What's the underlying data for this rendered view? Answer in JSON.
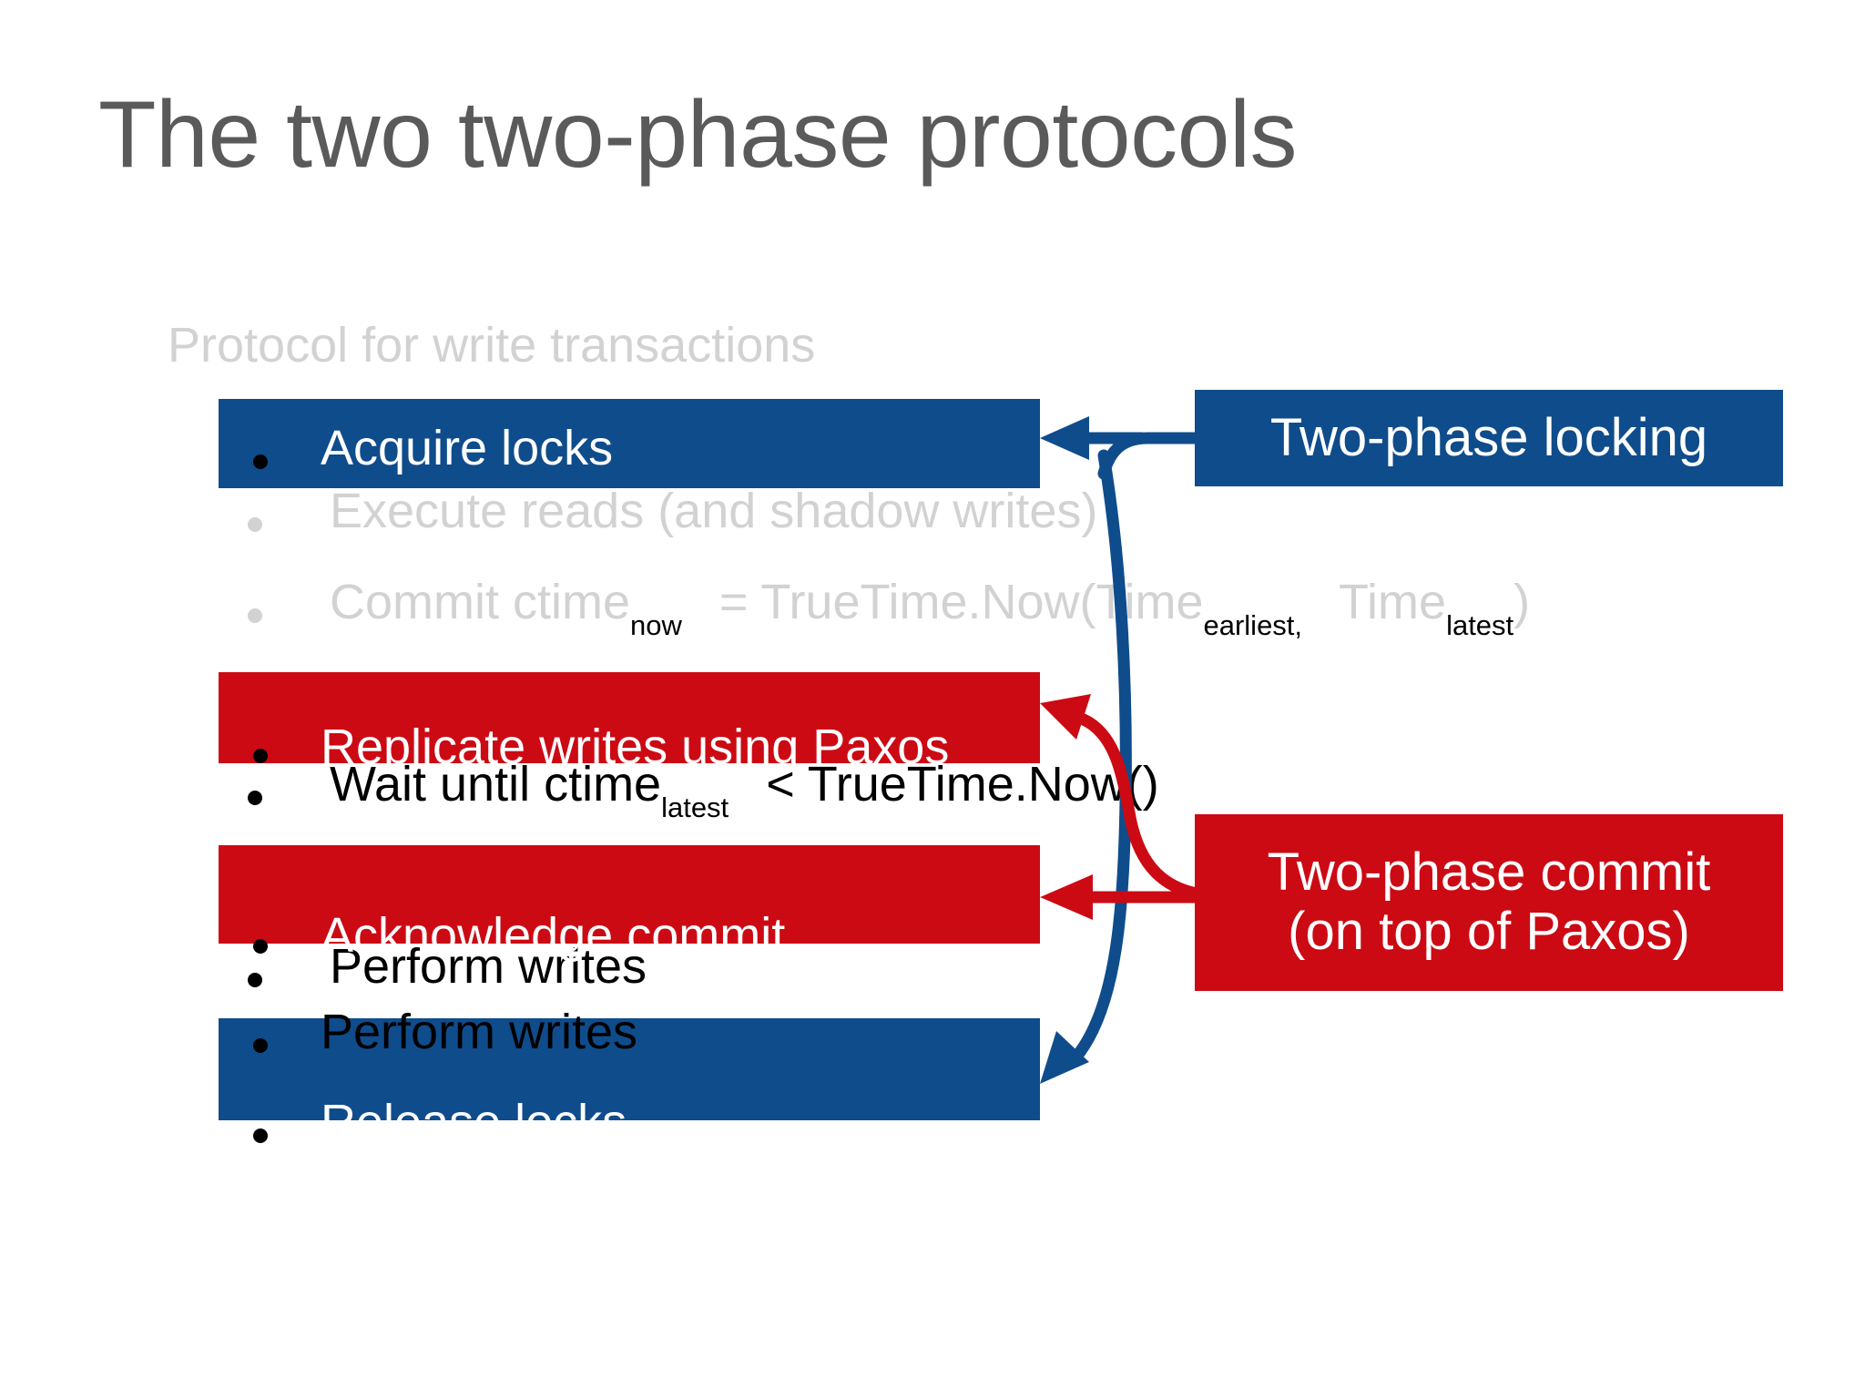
{
  "slide": {
    "title": "The two two-phase protocols",
    "lead": "Protocol for write transactions"
  },
  "colors": {
    "blue": "#0f4c8c",
    "red": "#cc0a14",
    "title_gray": "#5a5a5a",
    "faded_gray": "#d2d2d2",
    "black": "#000000",
    "white": "#ffffff"
  },
  "bullets": [
    {
      "text": "Acquire locks",
      "state": "covered-blue"
    },
    {
      "text": "Execute reads (and shadow writes)",
      "state": "faded"
    },
    {
      "text": "Commit ctime",
      "sub1": "now",
      "text2": " = TrueTime.Now(Time",
      "sub2": "earliest,",
      "text3": " Time",
      "sub3": "latest",
      "text4": ")",
      "state": "faded"
    },
    {
      "text": "Replicate writes using Paxos",
      "state": "covered-red"
    },
    {
      "text": "Wait until ctime",
      "sub1": "latest",
      "text2": " < TrueTime.Now()",
      "state": "dark"
    },
    {
      "text": "Acknowledge commit",
      "state": "covered-red"
    },
    {
      "text": "Perform writes",
      "state": "dark"
    },
    {
      "text": "Release locks",
      "state": "covered-blue"
    }
  ],
  "bands": {
    "acquire_label": "Acquire locks",
    "replicate_label": "Replicate writes using Paxos",
    "ack_label": "Acknowledge commit",
    "perform_label": "Perform writes",
    "release_label": "Release locks"
  },
  "callouts": {
    "two_phase_locking": "Two-phase locking",
    "two_phase_commit_line1": "Two-phase commit",
    "two_phase_commit_line2": "(on top of Paxos)"
  },
  "arrows": [
    {
      "name": "blue-arrow-to-acquire",
      "color": "#0f4c8c",
      "from": "Two-phase locking",
      "to": "Acquire locks"
    },
    {
      "name": "blue-arrow-to-perform",
      "color": "#0f4c8c",
      "from": "Two-phase locking",
      "to": "Perform writes / Release locks"
    },
    {
      "name": "red-arrow-to-replicate",
      "color": "#cc0a14",
      "from": "Two-phase commit",
      "to": "Replicate writes using Paxos"
    },
    {
      "name": "red-arrow-to-ack",
      "color": "#cc0a14",
      "from": "Two-phase commit",
      "to": "Acknowledge commit"
    }
  ]
}
